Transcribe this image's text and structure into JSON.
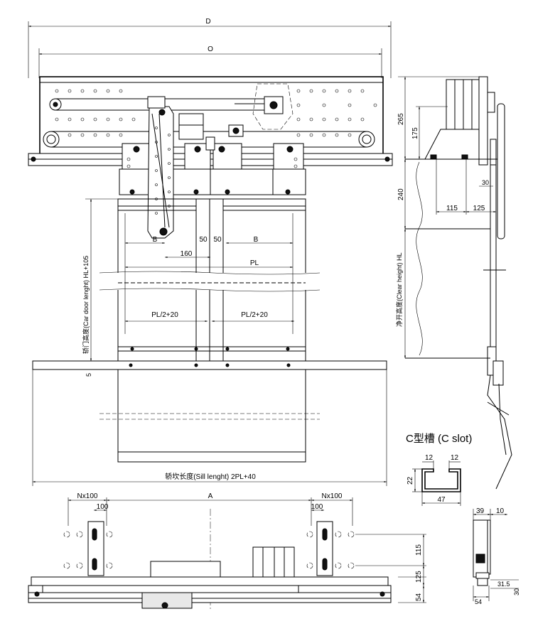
{
  "front_view": {
    "dim_D": "D",
    "dim_O": "O",
    "dim_B_left": "B",
    "dim_B_right": "B",
    "dim_160": "160",
    "dim_50_left": "50",
    "dim_50_right": "50",
    "dim_PL": "PL",
    "dim_half_left": "PL/2+20",
    "dim_half_right": "PL/2+20",
    "dim_car_door": "轿门高度(Car door lenght) HL+105",
    "dim_5": "5",
    "sill_length": "轿坎长度(Sill lenght) 2PL+40"
  },
  "side_view": {
    "dim_265": "265",
    "dim_175": "175",
    "dim_240": "240",
    "dim_115": "115",
    "dim_125": "125",
    "dim_30": "30",
    "dim_clear_height": "净开高度(Clear height) HL"
  },
  "c_slot": {
    "title": "C型槽 (C slot)",
    "dim_12a": "12",
    "dim_12b": "12",
    "dim_22": "22",
    "dim_47": "47"
  },
  "top_view": {
    "dim_nx_left": "Nx100",
    "dim_nx_right": "Nx100",
    "dim_100_left": "100",
    "dim_100_right": "100",
    "dim_A": "A",
    "dim_115": "115",
    "dim_125": "125",
    "dim_54": "54"
  },
  "small_view": {
    "dim_39": "39",
    "dim_10": "10",
    "dim_31_5": "31.5",
    "dim_30": "30",
    "dim_54": "54"
  }
}
